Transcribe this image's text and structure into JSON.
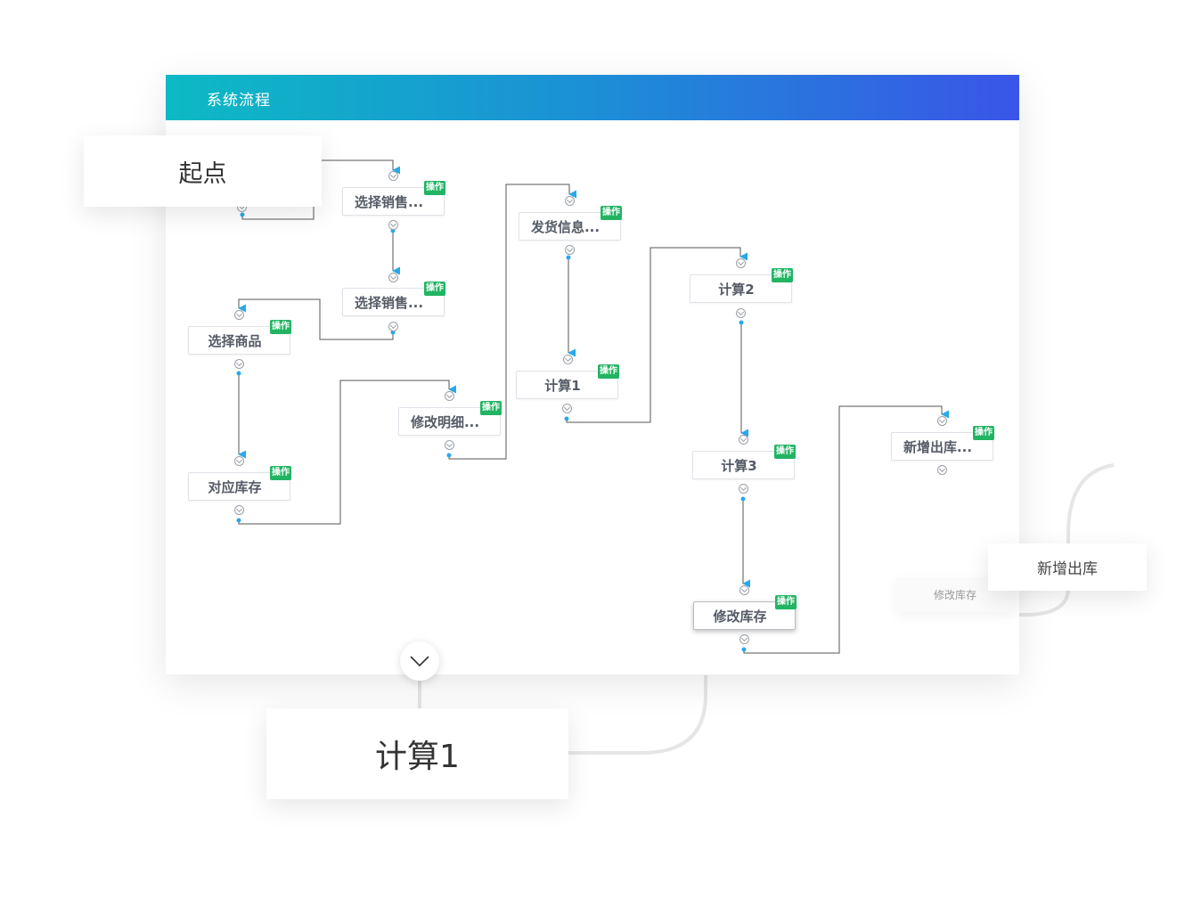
{
  "header": {
    "title": "系统流程"
  },
  "nodes": [
    {
      "label": "选择销售...",
      "tag": "操作"
    },
    {
      "label": "选择销售...",
      "tag": "操作"
    },
    {
      "label": "选择商品",
      "tag": "操作"
    },
    {
      "label": "对应库存",
      "tag": "操作"
    },
    {
      "label": "修改明细...",
      "tag": "操作"
    },
    {
      "label": "发货信息...",
      "tag": "操作"
    },
    {
      "label": "计算1",
      "tag": "操作"
    },
    {
      "label": "计算2",
      "tag": "操作"
    },
    {
      "label": "计算3",
      "tag": "操作"
    },
    {
      "label": "修改库存",
      "tag": "操作"
    },
    {
      "label": "新增出库...",
      "tag": "操作"
    }
  ],
  "callouts": {
    "start": "起点",
    "calc1": "计算1",
    "new_outbound": "新增出库",
    "modify_stock": "修改库存"
  },
  "icons": {
    "collapse": "chevron-down-icon",
    "port": "chevron-down-icon"
  },
  "colors": {
    "header_start": "#0cbac4",
    "header_end": "#3a55e8",
    "tag": "#22b463",
    "arrow": "#29a8ea",
    "line": "#555555"
  }
}
